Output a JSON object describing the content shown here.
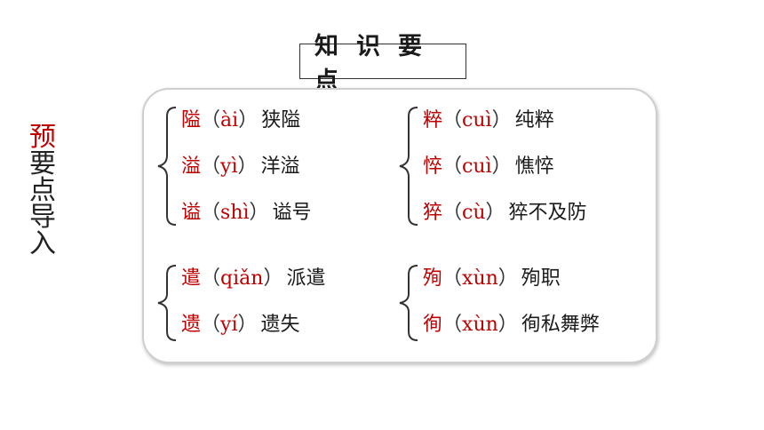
{
  "title": "知识要点",
  "side_label": {
    "first": "预",
    "rest": [
      "要",
      "点",
      "导",
      "入"
    ]
  },
  "groups": [
    {
      "entries": [
        {
          "char": "隘",
          "pinyin": "ài",
          "word": "狭隘"
        },
        {
          "char": "溢",
          "pinyin": "yì",
          "word": "洋溢"
        },
        {
          "char": "谥",
          "pinyin": "shì",
          "word": "谥号"
        }
      ]
    },
    {
      "entries": [
        {
          "char": "粹",
          "pinyin": "cuì",
          "word": "纯粹"
        },
        {
          "char": "悴",
          "pinyin": "cuì",
          "word": "憔悴"
        },
        {
          "char": "猝",
          "pinyin": "cù",
          "word": "猝不及防"
        }
      ]
    },
    {
      "entries": [
        {
          "char": "遣",
          "pinyin": "qiǎn",
          "word": "派遣"
        },
        {
          "char": "遗",
          "pinyin": "yí",
          "word": "遗失"
        }
      ]
    },
    {
      "entries": [
        {
          "char": "殉",
          "pinyin": "xùn",
          "word": "殉职"
        },
        {
          "char": "徇",
          "pinyin": "xùn",
          "word": "徇私舞弊"
        }
      ]
    }
  ],
  "colors": {
    "accent": "#c00000",
    "text": "#1a1a1a",
    "panel_border": "#cfcfcf"
  }
}
